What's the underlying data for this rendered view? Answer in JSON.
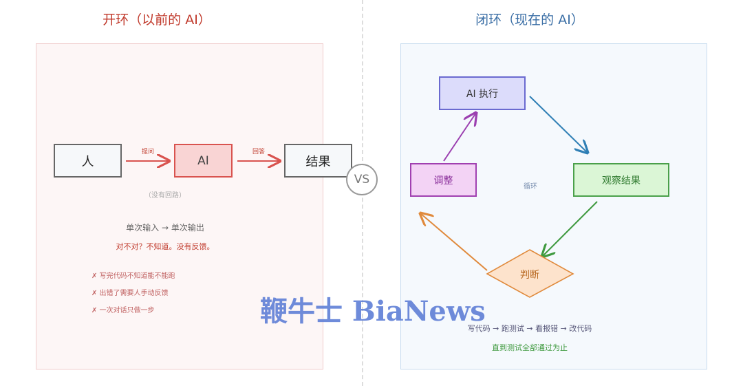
{
  "left": {
    "title": "开环（以前的 AI）",
    "nodes": {
      "human": "人",
      "ai": "AI",
      "result": "结果"
    },
    "edge_labels": {
      "ask": "提问",
      "answer": "回答"
    },
    "no_loop": "（没有回路）",
    "summary": "单次输入 → 单次输出",
    "warning": "对不对？不知道。没有反馈。",
    "bullets": [
      "✗ 写完代码不知道能不能跑",
      "✗ 出错了需要人手动反馈",
      "✗ 一次对话只做一步"
    ]
  },
  "vs_label": "VS",
  "right": {
    "title": "闭环（现在的 AI）",
    "nodes": {
      "execute": "AI 执行",
      "observe": "观察结果",
      "judge": "判断",
      "adjust": "调整"
    },
    "center_label": "循环",
    "flow": "写代码 → 跑测试 → 看报错 → 改代码",
    "until": "直到测试全部通过为止"
  },
  "watermark": "鞭牛士 BiaNews",
  "colors": {
    "red": "#c0392b",
    "blue": "#3a6ea5",
    "purple": "#a040b0",
    "green": "#3f9a3f",
    "orange": "#e08a3c",
    "watermark": "#5f7fd6"
  }
}
